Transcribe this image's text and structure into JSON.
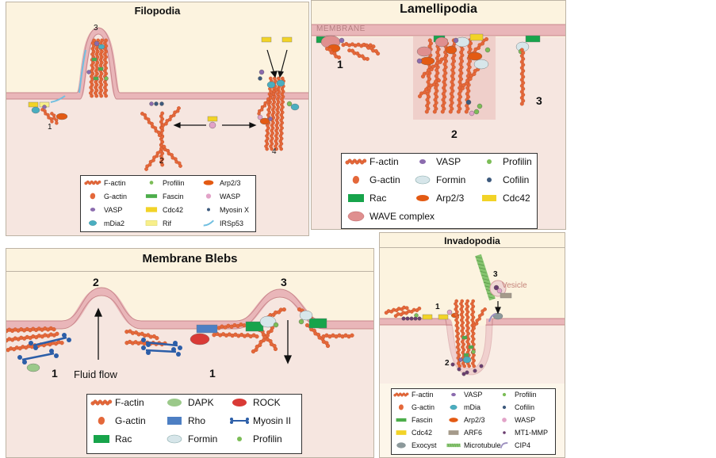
{
  "colors": {
    "panel_bg": "#fcf3df",
    "membrane": "#e9b6b9",
    "membrane_edge": "#c9878c",
    "actin": "#e4683a",
    "arp": "#e35a13",
    "rac": "#17a44b",
    "cdc42": "#f2d327",
    "vasp": "#8b6bae",
    "mdia": "#4aaec0",
    "formin": "#d7e6ea",
    "profilin": "#7cbd57",
    "cofilin": "#3d5a7d",
    "wave": "#df8f8f",
    "rho": "#4d7fc3",
    "rock": "#d93a36",
    "myosin": "#2c5ea8",
    "dapk": "#9bc98a",
    "fascin": "#4cad4a",
    "wasp": "#e2a3c8",
    "rif": "#f8ef8a",
    "irsp53": "#71bfe0",
    "arf6": "#a59a8a",
    "exocyst": "#8c999b",
    "microtubule": "#86c46f",
    "mt1mmp": "#6a3d6f",
    "cip4": "#9c8fbf"
  },
  "filopodia": {
    "title": "Filopodia",
    "labels": {
      "n1": "1",
      "n2": "2",
      "n3": "3",
      "n4": "4"
    },
    "legend": [
      {
        "label": "F-actin",
        "icon": "f-actin-icon"
      },
      {
        "label": "Profilin",
        "icon": "profilin-icon"
      },
      {
        "label": "Arp2/3",
        "icon": "arp23-icon"
      },
      {
        "label": "G-actin",
        "icon": "g-actin-icon"
      },
      {
        "label": "Fascin",
        "icon": "fascin-icon"
      },
      {
        "label": "WASP",
        "icon": "wasp-icon"
      },
      {
        "label": "VASP",
        "icon": "vasp-icon"
      },
      {
        "label": "Cdc42",
        "icon": "cdc42-icon"
      },
      {
        "label": "Myosin X",
        "icon": "myosin-x-icon"
      },
      {
        "label": "mDia2",
        "icon": "mdia2-icon"
      },
      {
        "label": "Rif",
        "icon": "rif-icon"
      },
      {
        "label": "IRSp53",
        "icon": "irsp53-icon"
      }
    ]
  },
  "lamellipodia": {
    "title": "Lamellipodia",
    "membrane_label": "MEMBRANE",
    "labels": {
      "n1": "1",
      "n2": "2",
      "n3": "3"
    },
    "legend": [
      {
        "label": "F-actin",
        "icon": "f-actin-icon"
      },
      {
        "label": "VASP",
        "icon": "vasp-icon"
      },
      {
        "label": "Profilin",
        "icon": "profilin-icon"
      },
      {
        "label": "G-actin",
        "icon": "g-actin-icon"
      },
      {
        "label": "Formin",
        "icon": "formin-icon"
      },
      {
        "label": "Cofilin",
        "icon": "cofilin-icon"
      },
      {
        "label": "Rac",
        "icon": "rac-icon"
      },
      {
        "label": "Arp2/3",
        "icon": "arp23-icon"
      },
      {
        "label": "Cdc42",
        "icon": "cdc42-icon"
      },
      {
        "label": "WAVE complex",
        "icon": "wave-complex-icon"
      }
    ]
  },
  "blebs": {
    "title": "Membrane Blebs",
    "labels": {
      "n2": "2",
      "n3": "3",
      "n1a": "1",
      "n1b": "1",
      "fluid_flow": "Fluid flow"
    },
    "legend": [
      {
        "label": "F-actin",
        "icon": "f-actin-icon"
      },
      {
        "label": "DAPK",
        "icon": "dapk-icon"
      },
      {
        "label": "ROCK",
        "icon": "rock-icon"
      },
      {
        "label": "G-actin",
        "icon": "g-actin-icon"
      },
      {
        "label": "Rho",
        "icon": "rho-icon"
      },
      {
        "label": "Myosin II",
        "icon": "myosin-ii-icon"
      },
      {
        "label": "Rac",
        "icon": "rac-icon"
      },
      {
        "label": "Formin",
        "icon": "formin-icon"
      },
      {
        "label": "Profilin",
        "icon": "profilin-icon"
      }
    ]
  },
  "invadopodia": {
    "title": "Invadopodia",
    "labels": {
      "n1": "1",
      "n2": "2",
      "n3": "3",
      "vesicle": "Vesicle"
    },
    "legend": [
      {
        "label": "F-actin",
        "icon": "f-actin-icon"
      },
      {
        "label": "VASP",
        "icon": "vasp-icon"
      },
      {
        "label": "Profilin",
        "icon": "profilin-icon"
      },
      {
        "label": "G-actin",
        "icon": "g-actin-icon"
      },
      {
        "label": "mDia",
        "icon": "mdia-icon"
      },
      {
        "label": "Cofilin",
        "icon": "cofilin-icon"
      },
      {
        "label": "Fascin",
        "icon": "fascin-icon"
      },
      {
        "label": "Arp2/3",
        "icon": "arp23-icon"
      },
      {
        "label": "WASP",
        "icon": "wasp-icon"
      },
      {
        "label": "Cdc42",
        "icon": "cdc42-icon"
      },
      {
        "label": "ARF6",
        "icon": "arf6-icon"
      },
      {
        "label": "MT1-MMP",
        "icon": "mt1-mmp-icon"
      },
      {
        "label": "Exocyst",
        "icon": "exocyst-icon"
      },
      {
        "label": "Microtubule",
        "icon": "microtubule-icon"
      },
      {
        "label": "CIP4",
        "icon": "cip4-icon"
      }
    ]
  }
}
